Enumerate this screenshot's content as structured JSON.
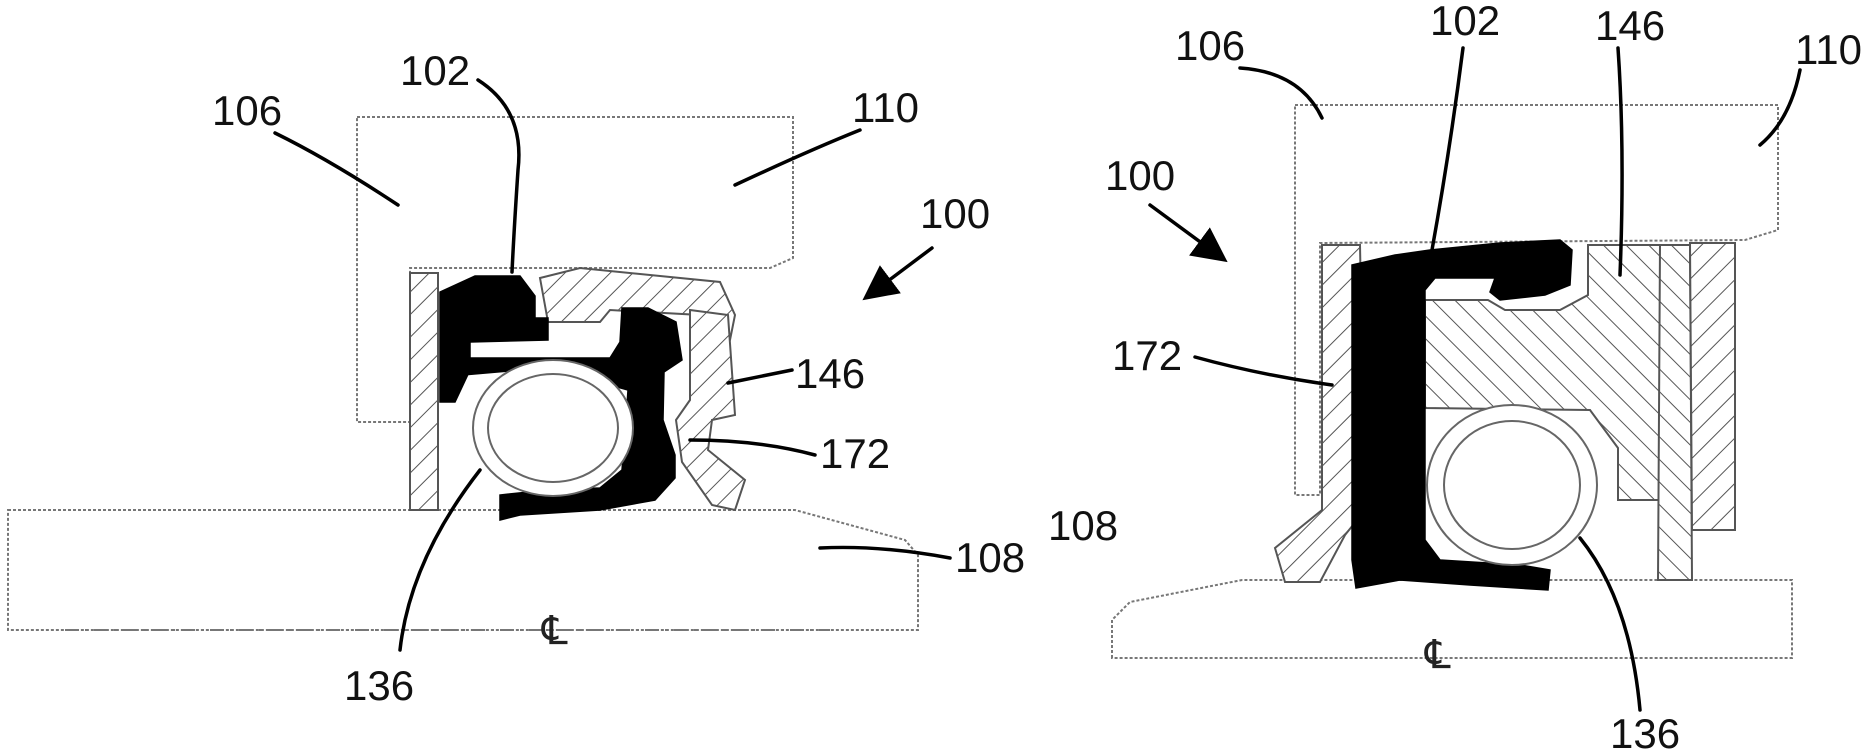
{
  "left_view": {
    "label_106": "106",
    "label_102": "102",
    "label_110": "110",
    "label_100": "100",
    "label_146": "146",
    "label_172": "172",
    "label_108": "108",
    "label_108_extra": "108",
    "label_136": "136",
    "centerline": "℄"
  },
  "right_view": {
    "label_106": "106",
    "label_102": "102",
    "label_146": "146",
    "label_110": "110",
    "label_100": "100",
    "label_172": "172",
    "label_136": "136",
    "centerline": "℄"
  }
}
